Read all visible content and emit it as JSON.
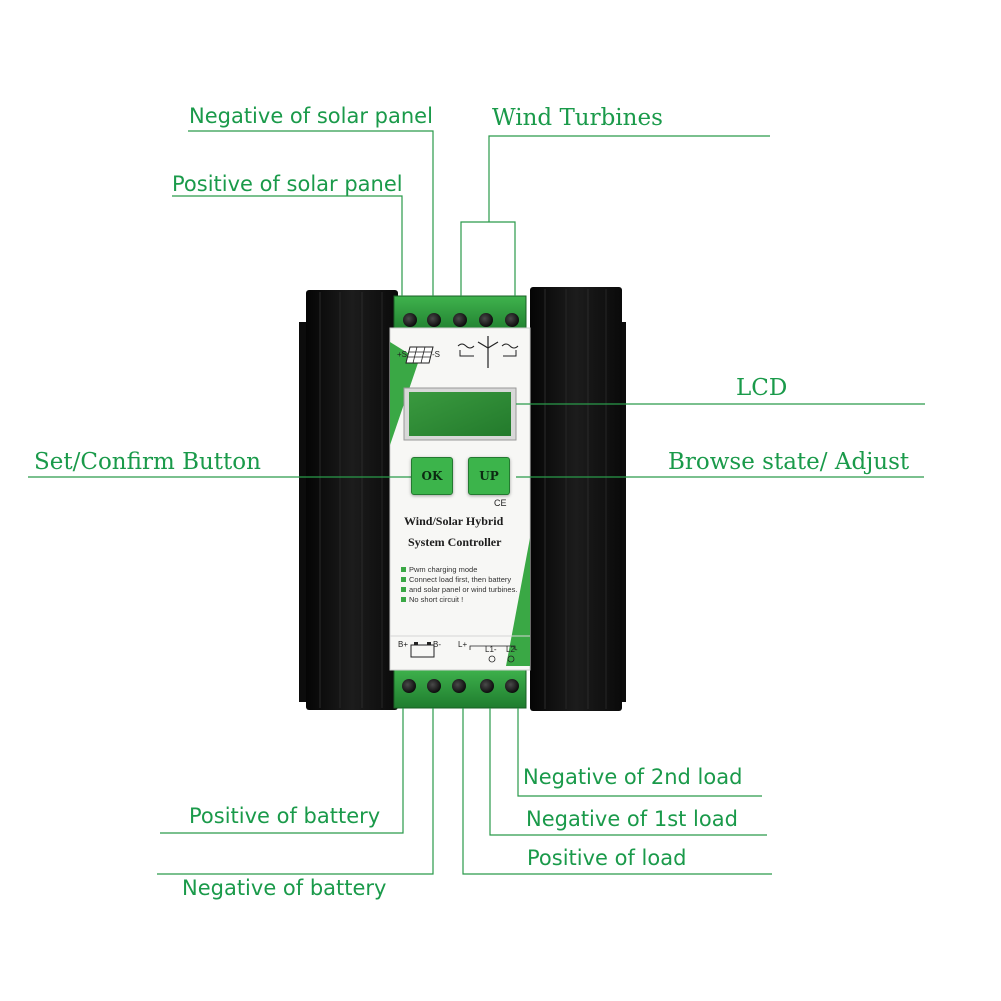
{
  "labels": {
    "neg_solar": "Negative of solar panel",
    "pos_solar": "Positive of solar panel",
    "wind_turbines": "Wind Turbines",
    "lcd": "LCD",
    "set_confirm": "Set/Confirm Button",
    "browse_adjust": "Browse state/ Adjust",
    "neg_2nd_load": "Negative of 2nd load",
    "neg_1st_load": "Negative of 1st load",
    "pos_load": "Positive of load",
    "pos_battery": "Positive of battery",
    "neg_battery": "Negative of battery"
  },
  "device": {
    "ok_button": "OK",
    "up_button": "UP",
    "ce_mark": "CE",
    "title_line1": "Wind/Solar Hybrid",
    "title_line2": "System Controller",
    "notes": [
      "Pwm charging mode",
      "Connect load first, then battery",
      "and solar panel or wind turbines.",
      "No short circuit !"
    ],
    "solar_pos_mark": "+S",
    "solar_neg_mark": "-S",
    "battery_pos_mark": "B+",
    "battery_neg_mark": "B-",
    "load_pos_mark": "L+",
    "load1_neg_mark": "L1-",
    "load2_neg_mark": "L2-"
  },
  "colors": {
    "label_green": "#1a9a4a",
    "leader_line": "#2a9a4a",
    "button_green": "#3cb44b",
    "lcd_green": "#2f8f3a",
    "heatsink_black": "#111111"
  }
}
